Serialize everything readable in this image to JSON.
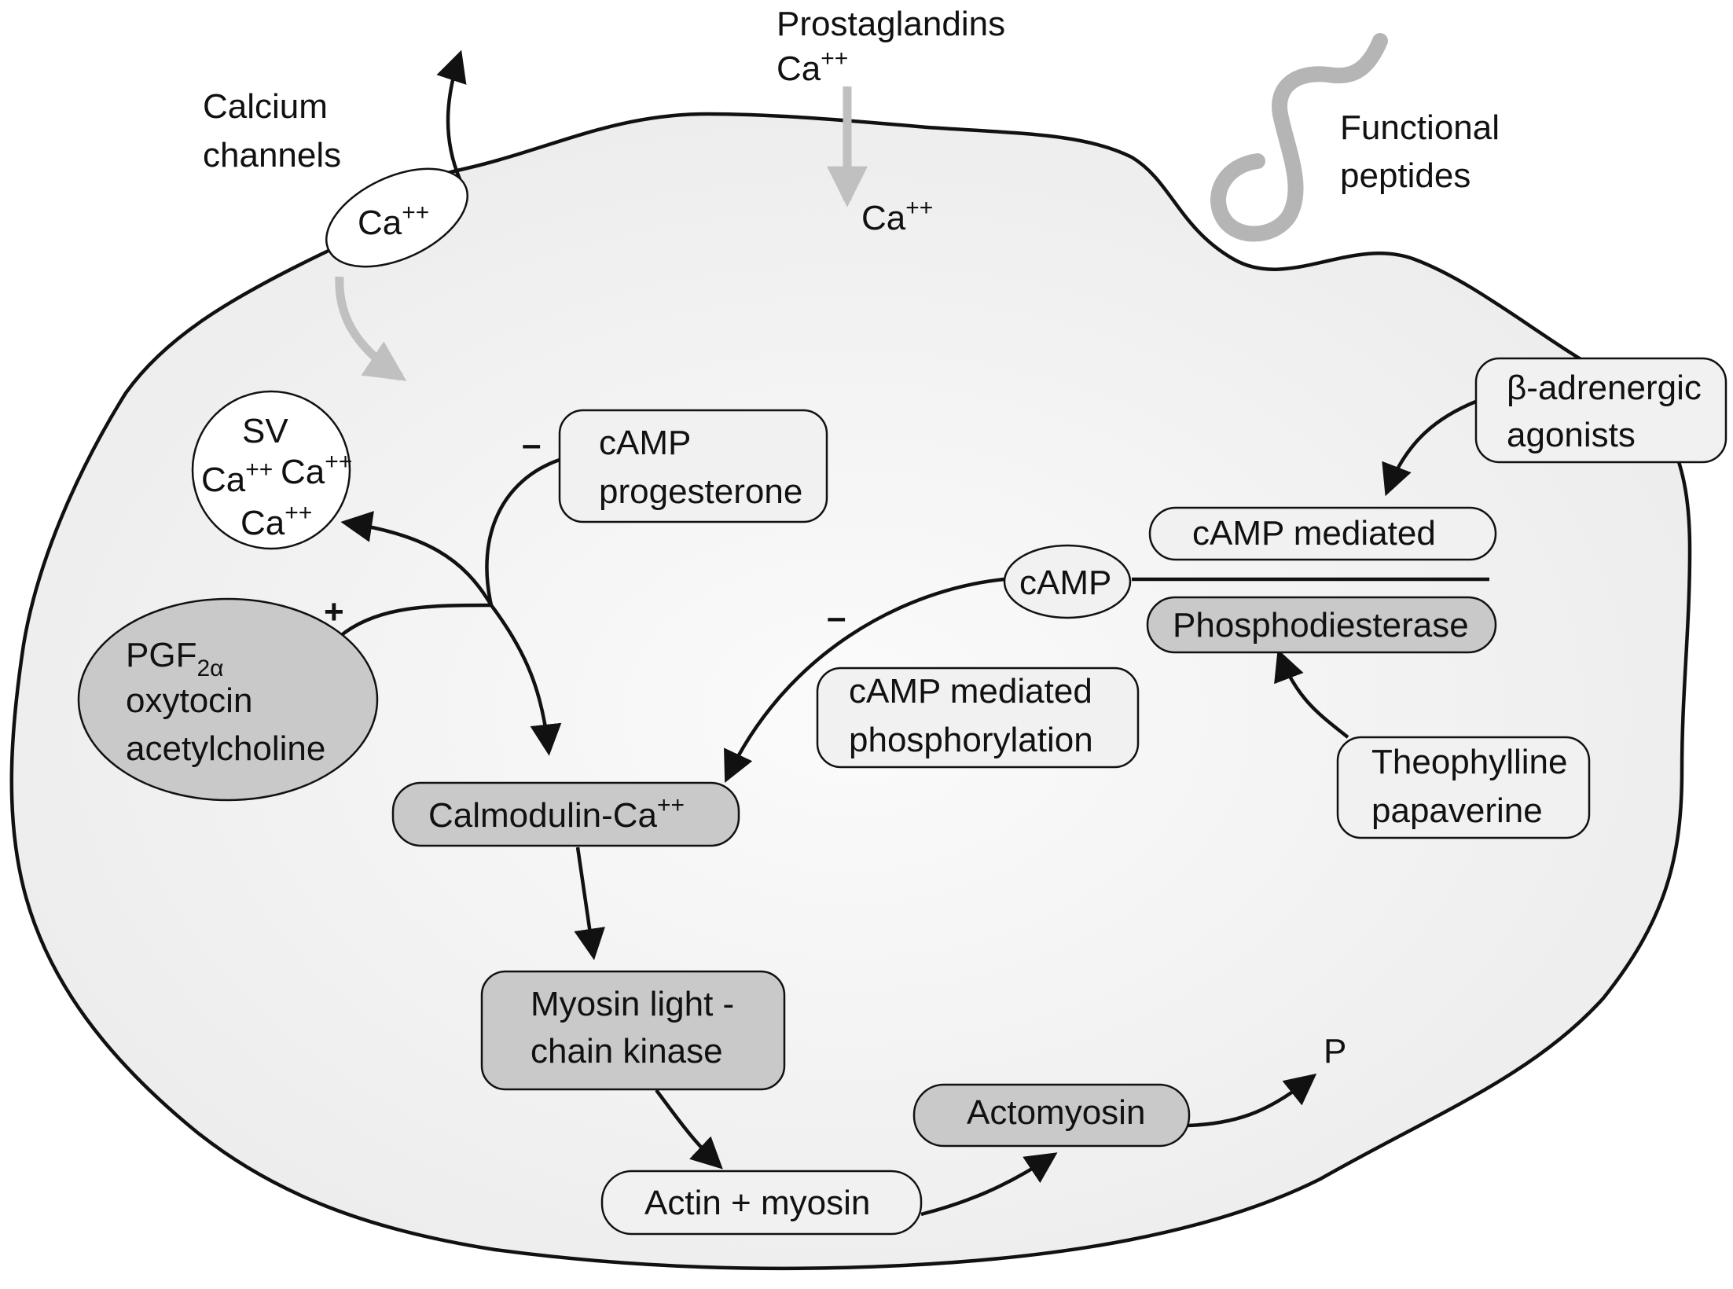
{
  "colors": {
    "cell_fill": "#f0f0f0",
    "dark_node": "#c9c9c9",
    "light_node": "#f1f1f1",
    "grey_arrow": "#c0c0c0",
    "stroke": "#111111"
  },
  "labels": {
    "calcium_channels_1": "Calcium",
    "calcium_channels_2": "channels",
    "prostaglandins": "Prostaglandins",
    "ca": "Ca",
    "plusplus": "++",
    "functional_peptides_1": "Functional",
    "functional_peptides_2": "peptides",
    "sv": "SV",
    "camp_progesterone_1": "cAMP",
    "camp_progesterone_2": "progesterone",
    "minus": "–",
    "plus": "+",
    "pgf": "PGF",
    "pgf_sub": "2α",
    "oxytocin": "oxytocin",
    "acetylcholine": "acetylcholine",
    "beta_agonists_1": "β-adrenergic",
    "beta_agonists_2": "agonists",
    "camp_mediated": "cAMP mediated",
    "camp": "cAMP",
    "phosphodiesterase": "Phosphodiesterase",
    "camp_phos_1": "cAMP mediated",
    "camp_phos_2": "phosphorylation",
    "theophylline_1": "Theophylline",
    "theophylline_2": "papaverine",
    "calmodulin": "Calmodulin-Ca",
    "mlck_1": "Myosin light -",
    "mlck_2": "chain kinase",
    "actin_myosin": "Actin + myosin",
    "actomyosin": "Actomyosin",
    "p": "P"
  },
  "icons": {
    "peptide": "wavy-peptide-chain-icon"
  }
}
